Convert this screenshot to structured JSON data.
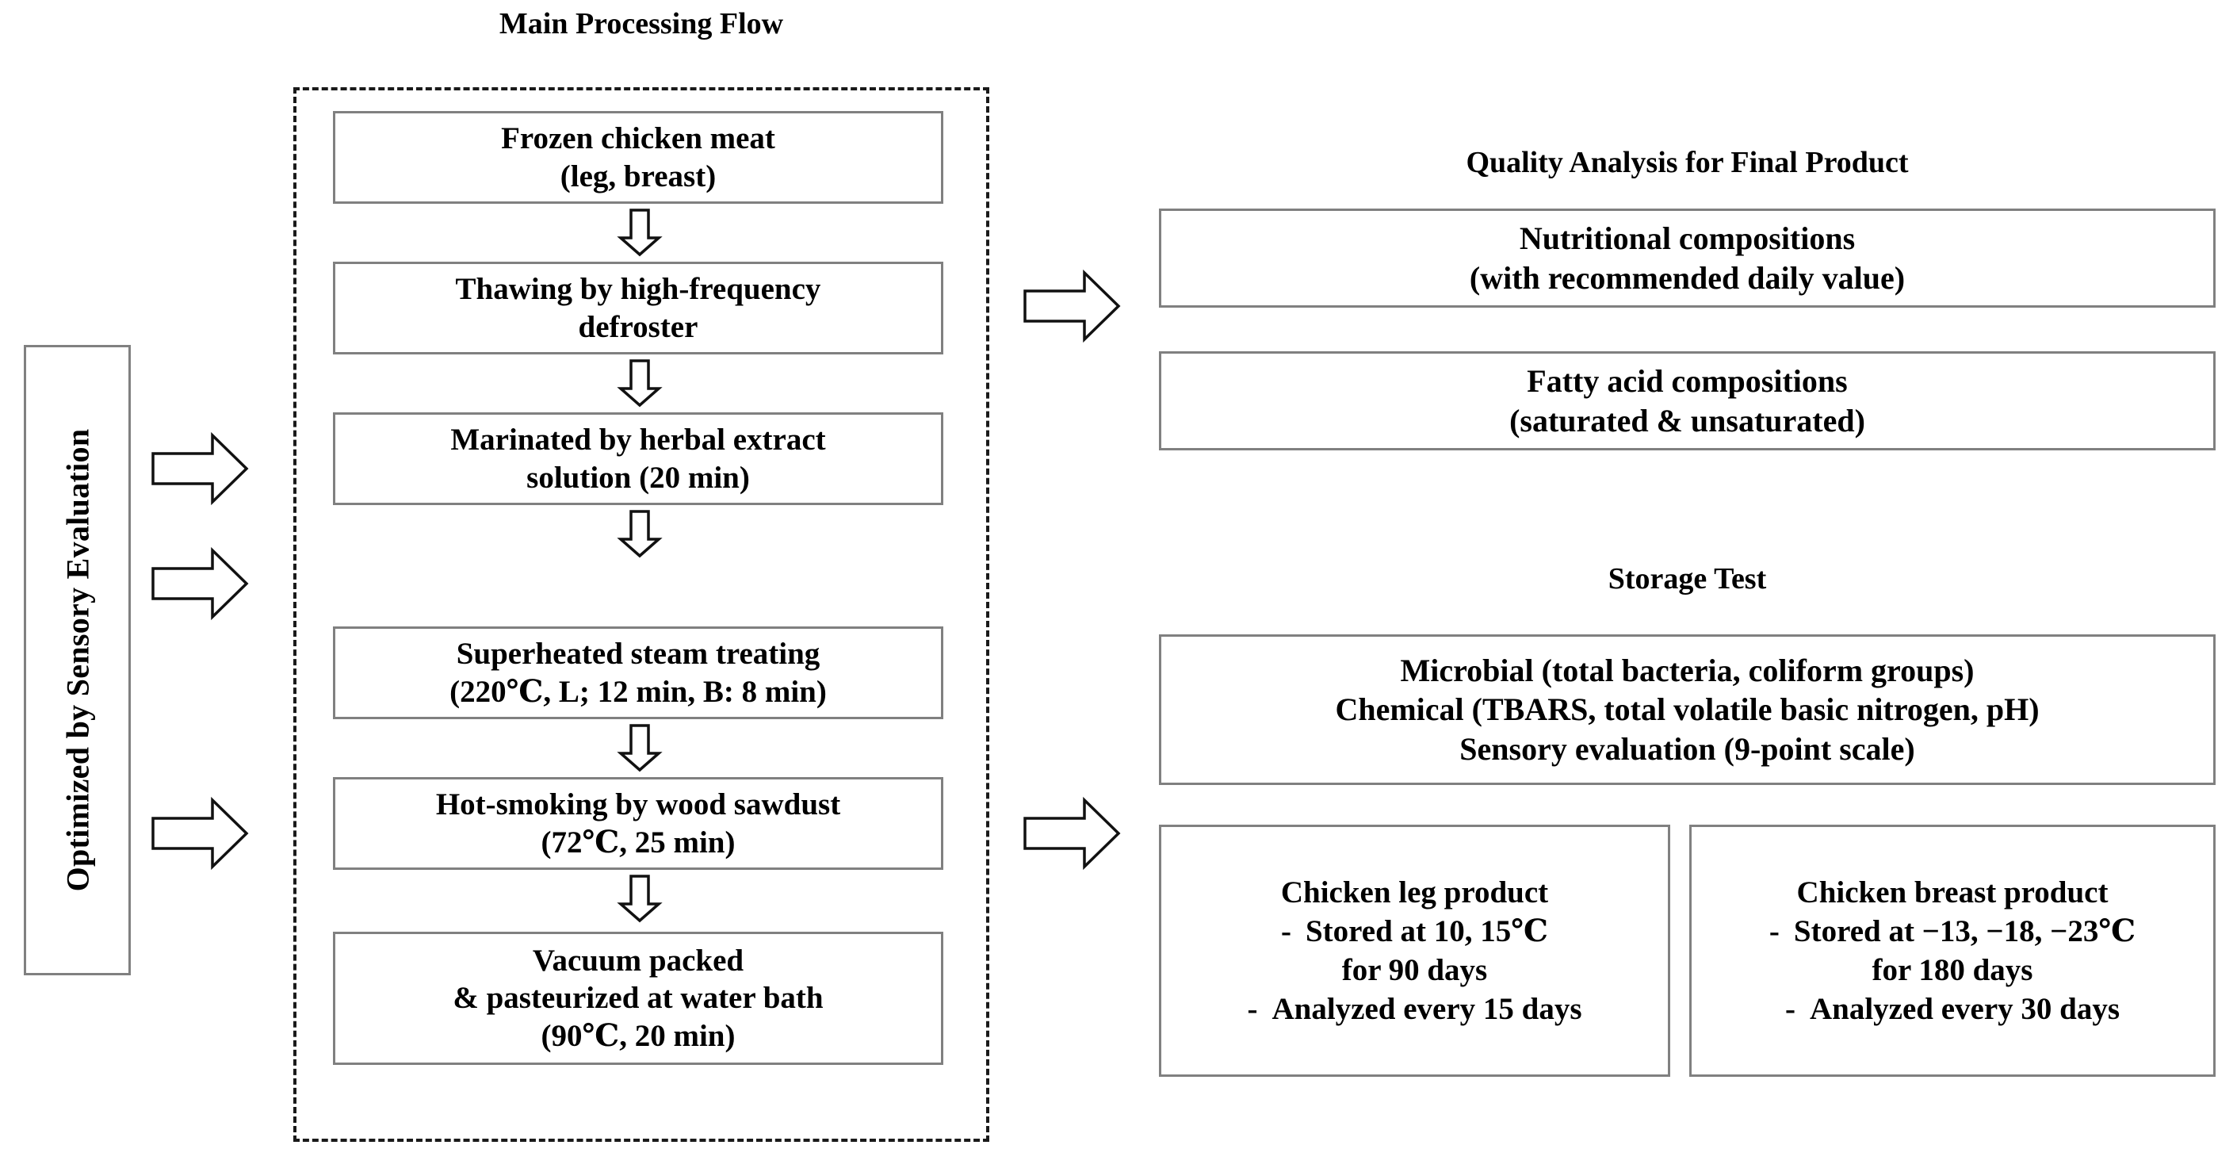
{
  "colors": {
    "box_border": "#808080",
    "dashed_border": "#1a1a1a",
    "arrow_stroke": "#111111",
    "text": "#000000",
    "background": "#ffffff"
  },
  "sidebar": {
    "label": "Optimized by Sensory Evaluation"
  },
  "main_flow": {
    "title": "Main Processing Flow",
    "steps": [
      {
        "line1": "Frozen chicken meat",
        "line2": "(leg, breast)"
      },
      {
        "line1": "Thawing by high-frequency",
        "line2": "defroster"
      },
      {
        "line1": "Marinated by herbal extract",
        "line2": "solution (20 min)"
      },
      {
        "line1": "Superheated steam treating",
        "line2": "(220℃, L; 12 min, B: 8 min)"
      },
      {
        "line1": "Hot-smoking by wood sawdust",
        "line2": "(72℃, 25 min)"
      },
      {
        "line1": "Vacuum packed",
        "line2": "& pasteurized at water bath",
        "line3": "(90℃, 20 min)"
      }
    ]
  },
  "quality_analysis": {
    "title": "Quality Analysis for Final Product",
    "boxes": [
      {
        "line1": "Nutritional compositions",
        "line2": "(with recommended daily value)"
      },
      {
        "line1": "Fatty acid compositions",
        "line2": "(saturated & unsaturated)"
      }
    ]
  },
  "storage_test": {
    "title": "Storage Test",
    "methods_box": {
      "line1": "Microbial (total bacteria, coliform groups)",
      "line2": "Chemical (TBARS, total volatile basic nitrogen, pH)",
      "line3": "Sensory evaluation (9-point scale)"
    },
    "products": [
      {
        "title": "Chicken leg product",
        "bullet1_line1": "Stored at 10, 15℃",
        "bullet1_line2": "for 90 days",
        "bullet2": "Analyzed every 15 days",
        "dash": "-"
      },
      {
        "title": "Chicken breast product",
        "bullet1_line1": "Stored at −13, −18, −23℃",
        "bullet1_line2": "for 180 days",
        "bullet2": "Analyzed every 30 days",
        "dash": "-"
      }
    ]
  },
  "arrows": {
    "down_icon": "down-block-arrow",
    "right_icon": "right-block-arrow",
    "sidebar_arrow_count": 3,
    "output_arrow_count": 2
  }
}
